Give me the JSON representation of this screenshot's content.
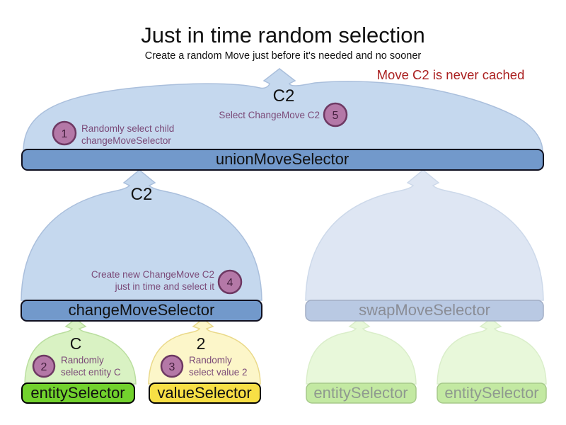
{
  "title": "Just in time random selection",
  "subtitle": "Create a random Move just before it's needed and no sooner",
  "note": "Move C2 is never cached",
  "moves": {
    "union_input": "C2",
    "change_output": "C2",
    "entity_output": "C",
    "value_output": "2"
  },
  "selectors": {
    "union": {
      "label": "unionMoveSelector"
    },
    "change": {
      "label": "changeMoveSelector"
    },
    "swap": {
      "label": "swapMoveSelector"
    },
    "entity": {
      "label": "entitySelector"
    },
    "value": {
      "label": "valueSelector"
    },
    "entity_faded_1": {
      "label": "entitySelector"
    },
    "entity_faded_2": {
      "label": "entitySelector"
    }
  },
  "steps": [
    {
      "num": "1",
      "lines": [
        "Randomly select child",
        "changeMoveSelector"
      ]
    },
    {
      "num": "2",
      "lines": [
        "Randomly",
        "select entity C"
      ]
    },
    {
      "num": "3",
      "lines": [
        "Randomly",
        "select value 2"
      ]
    },
    {
      "num": "4",
      "lines": [
        "Create new ChangeMove C2",
        "just in time and select it"
      ]
    },
    {
      "num": "5",
      "lines": [
        "Select ChangeMove C2"
      ]
    }
  ],
  "colors": {
    "selector_blue": "#7299cb",
    "selector_blue_faded": "#b9c9e3",
    "selector_green": "#72d22d",
    "selector_yellow": "#f7df45",
    "selector_green_faded": "#c3e9a2",
    "mound_blue": "#c5d8ee",
    "mound_blue_faded": "#dee6f3",
    "mound_green": "#d9f2c3",
    "mound_yellow": "#fcf6c9",
    "step_badge": "#b478a7",
    "step_text": "#7b4a78",
    "note_red": "#aa1f1f"
  }
}
